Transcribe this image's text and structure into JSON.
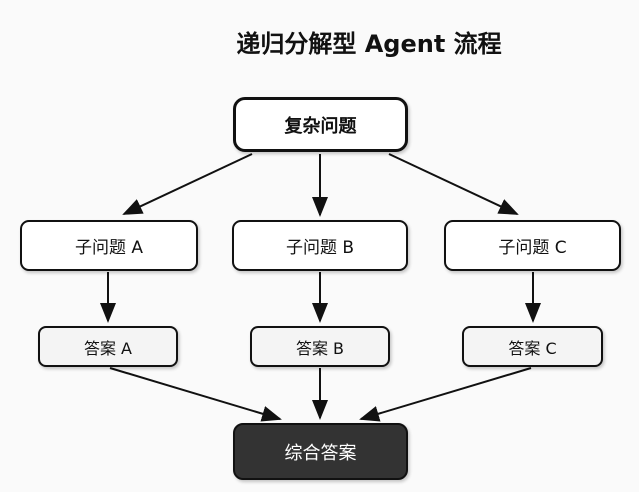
{
  "title": "递归分解型 Agent 流程",
  "colors": {
    "background": "#fafafa",
    "node_fill": "#ffffff",
    "answer_fill": "#f4f4f4",
    "final_fill": "#333333",
    "final_text": "#ffffff",
    "stroke": "#111111"
  },
  "nodes": {
    "complex": {
      "label": "复杂问题"
    },
    "sub_a": {
      "label": "子问题 A"
    },
    "sub_b": {
      "label": "子问题 B"
    },
    "sub_c": {
      "label": "子问题 C"
    },
    "ans_a": {
      "label": "答案 A"
    },
    "ans_b": {
      "label": "答案 B"
    },
    "ans_c": {
      "label": "答案 C"
    },
    "final": {
      "label": "综合答案"
    }
  },
  "edges": [
    {
      "from": "complex",
      "to": "sub_a"
    },
    {
      "from": "complex",
      "to": "sub_b"
    },
    {
      "from": "complex",
      "to": "sub_c"
    },
    {
      "from": "sub_a",
      "to": "ans_a"
    },
    {
      "from": "sub_b",
      "to": "ans_b"
    },
    {
      "from": "sub_c",
      "to": "ans_c"
    },
    {
      "from": "ans_a",
      "to": "final"
    },
    {
      "from": "ans_b",
      "to": "final"
    },
    {
      "from": "ans_c",
      "to": "final"
    }
  ]
}
